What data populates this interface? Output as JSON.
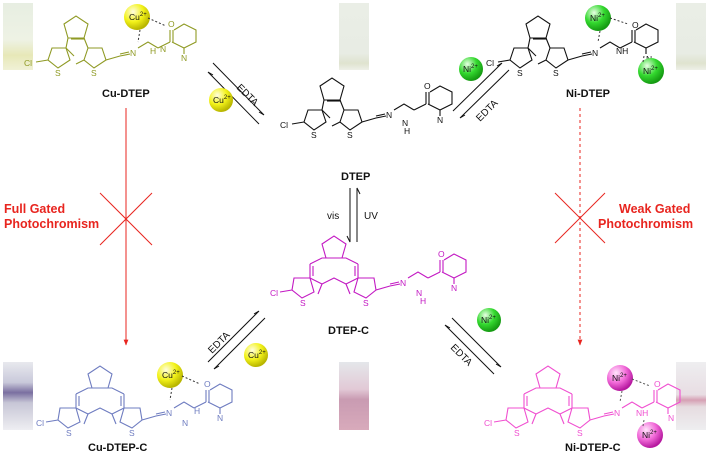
{
  "labels": {
    "cu_dtep": "Cu-DTEP",
    "dtep": "DTEP",
    "ni_dtep": "Ni-DTEP",
    "dtep_c": "DTEP-C",
    "cu_dtep_c": "Cu-DTEP-C",
    "ni_dtep_c": "Ni-DTEP-C"
  },
  "annotations": {
    "full_gated_1": "Full Gated",
    "full_gated_2": "Photochromism",
    "weak_gated_1": "Weak Gated",
    "weak_gated_2": "Photochromism"
  },
  "arrows": {
    "edta": "EDTA",
    "vis": "vis",
    "uv": "UV"
  },
  "ions": {
    "cu": "Cu",
    "ni": "Ni",
    "charge": "2+"
  },
  "atoms": {
    "cl": "Cl",
    "s": "S",
    "n": "N",
    "o": "O",
    "h": "H",
    "nh": "NH",
    "hn": "HN"
  },
  "colors": {
    "cu_dtep": "#8f9a24",
    "dtep": "#111111",
    "ni_dtep": "#111111",
    "dtep_c": "#c319c3",
    "cu_dtep_c": "#6e7cc0",
    "ni_dtep_c": "#f04fd0",
    "annotation_red": "#e8251f",
    "cu_ball": "#f3f31a",
    "ni_ball": "#34d92f",
    "ni_ball_pink": "#f26bd9"
  }
}
